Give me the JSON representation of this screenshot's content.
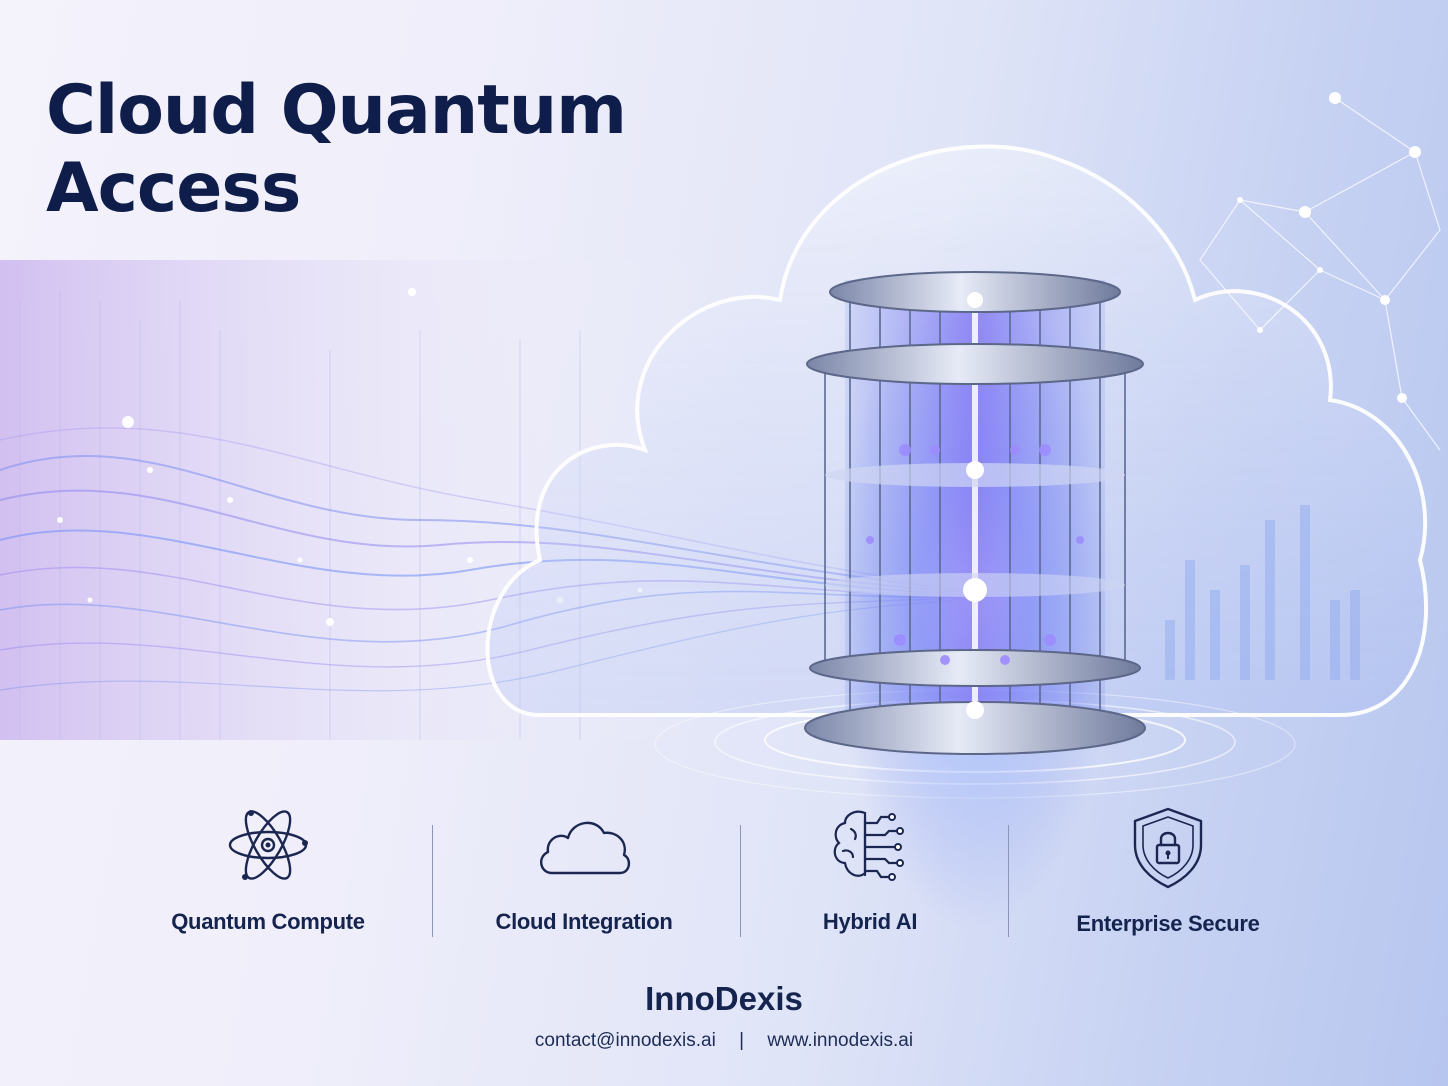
{
  "hero": {
    "title_line1": "Cloud Quantum",
    "title_line2": "Access"
  },
  "features": [
    {
      "label": "Quantum Compute",
      "icon": "atom-icon"
    },
    {
      "label": "Cloud Integration",
      "icon": "cloud-icon"
    },
    {
      "label": "Hybrid AI",
      "icon": "brain-circuit-icon"
    },
    {
      "label": "Enterprise Secure",
      "icon": "shield-lock-icon"
    }
  ],
  "brand": {
    "name": "InnoDexis",
    "email": "contact@innodexis.ai",
    "separator": "|",
    "website": "www.innodexis.ai"
  },
  "colors": {
    "navy": "#0f1d4a",
    "accent_blue": "#5b7be6",
    "accent_violet": "#8a6fe0"
  }
}
